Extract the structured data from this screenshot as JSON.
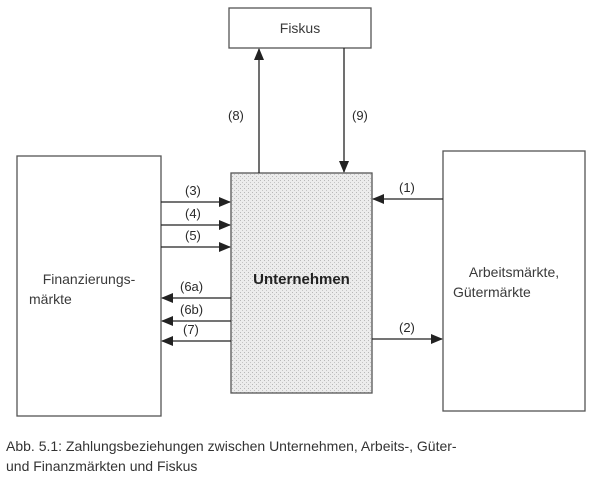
{
  "boxes": {
    "fiskus": "Fiskus",
    "unternehmen": "Unternehmen",
    "finanz_line1": "Finanzierungs-",
    "finanz_line2": "märkte",
    "arbeit_line1": "Arbeitsmärkte,",
    "arbeit_line2": "Gütermärkte"
  },
  "flows": {
    "f1": "(1)",
    "f2": "(2)",
    "f3": "(3)",
    "f4": "(4)",
    "f5": "(5)",
    "f6a": "(6a)",
    "f6b": "(6b)",
    "f7": "(7)",
    "f8": "(8)",
    "f9": "(9)"
  },
  "caption": {
    "line1": "Abb. 5.1: Zahlungsbeziehungen zwischen Unternehmen, Arbeits-, Güter-",
    "line2": "und Finanzmärkten und Fiskus"
  },
  "colors": {
    "line": "#222222",
    "box_border": "#555555",
    "center_fill": "#e2e2e2"
  }
}
